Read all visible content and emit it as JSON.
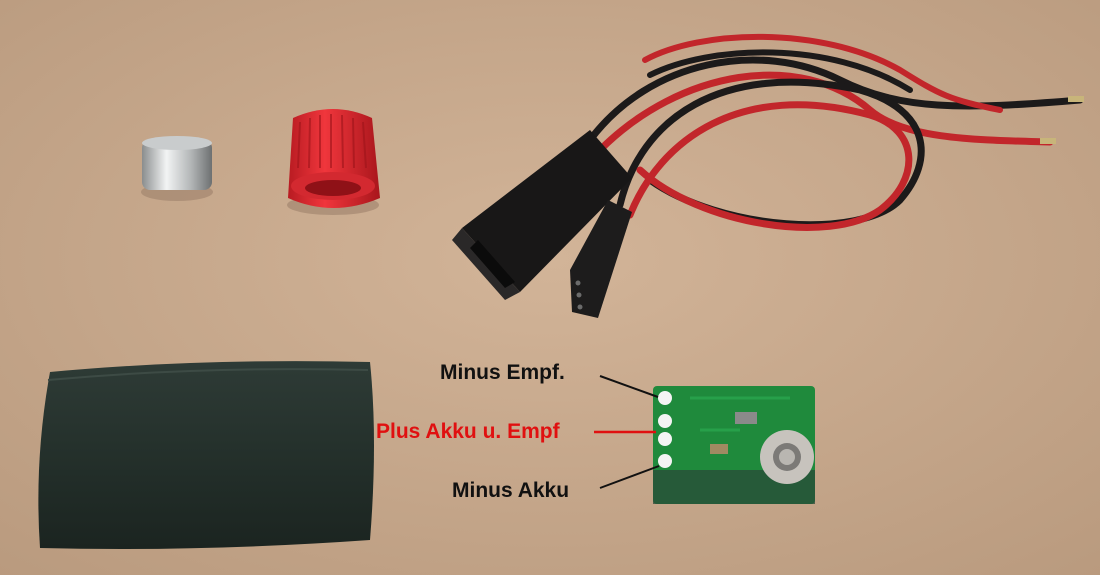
{
  "labels": {
    "minus_empf": "Minus Empf.",
    "plus_akku_empf": "Plus Akku u. Empf",
    "minus_akku": "Minus Akku"
  },
  "colors": {
    "background": "#c8a98d",
    "label_black": "#111111",
    "label_red": "#e01010",
    "pcb_green": "#1f8a3c",
    "wire_red": "#c2262b",
    "wire_black": "#1c1a1a",
    "cap_red": "#e0262e",
    "shrink_tube": "#23302c"
  },
  "objects": [
    "magnet",
    "red-valve-cap",
    "servo-cable",
    "heat-shrink-tube",
    "circuit-board"
  ]
}
